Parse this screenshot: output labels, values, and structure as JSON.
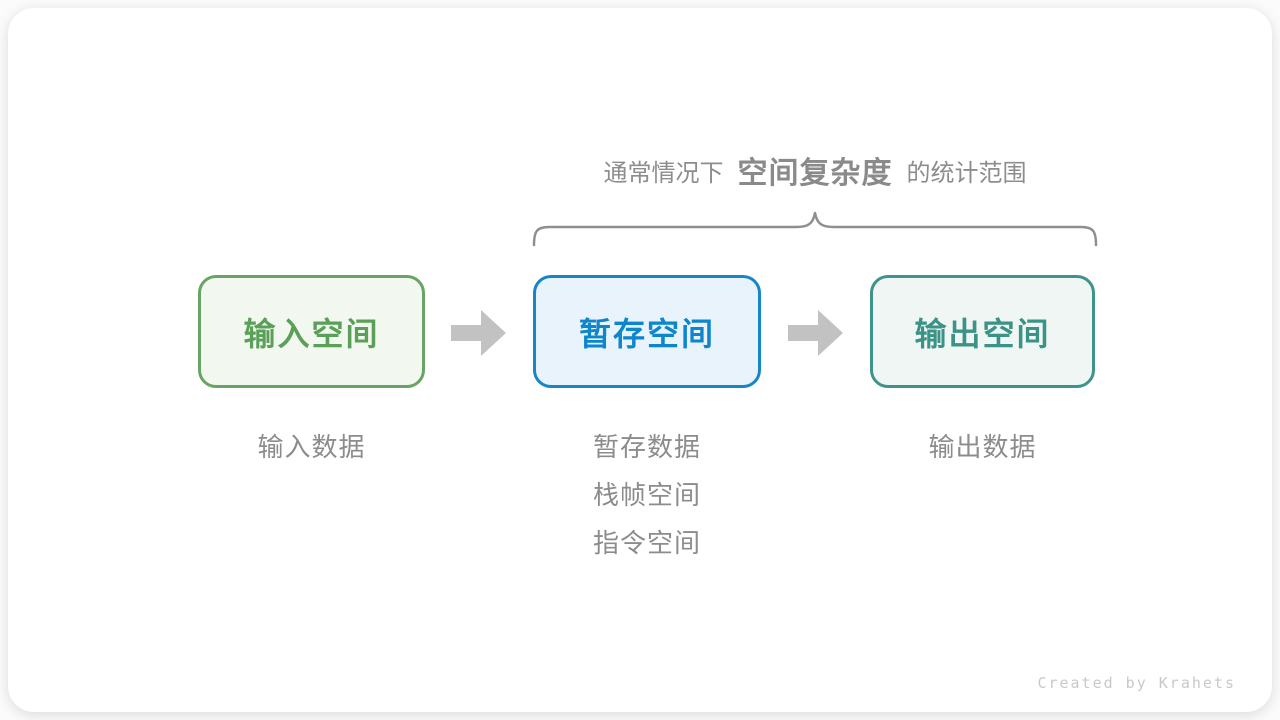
{
  "annotation": {
    "prefix": "通常情况下",
    "highlight": "空间复杂度",
    "suffix": "的统计范围"
  },
  "nodes": [
    {
      "label": "输入空间",
      "captions": [
        "输入数据"
      ],
      "text_color": "#5BA058",
      "border_color": "#68A564",
      "bg_color": "#F2F8EF"
    },
    {
      "label": "暂存空间",
      "captions": [
        "暂存数据",
        "栈帧空间",
        "指令空间"
      ],
      "text_color": "#0E86CC",
      "border_color": "#1786C8",
      "bg_color": "#E8F3FC"
    },
    {
      "label": "输出空间",
      "captions": [
        "输出数据"
      ],
      "text_color": "#3B9286",
      "border_color": "#3E948A",
      "bg_color": "#EFF6F4"
    }
  ],
  "colors": {
    "caption_text": "#8C8C8C",
    "annotation_text": "#8D8D8D",
    "brace": "#8F8F8F",
    "arrow": "#C2C2C2",
    "credit_text": "#C9C9C9"
  },
  "credit": "Created by Krahets"
}
